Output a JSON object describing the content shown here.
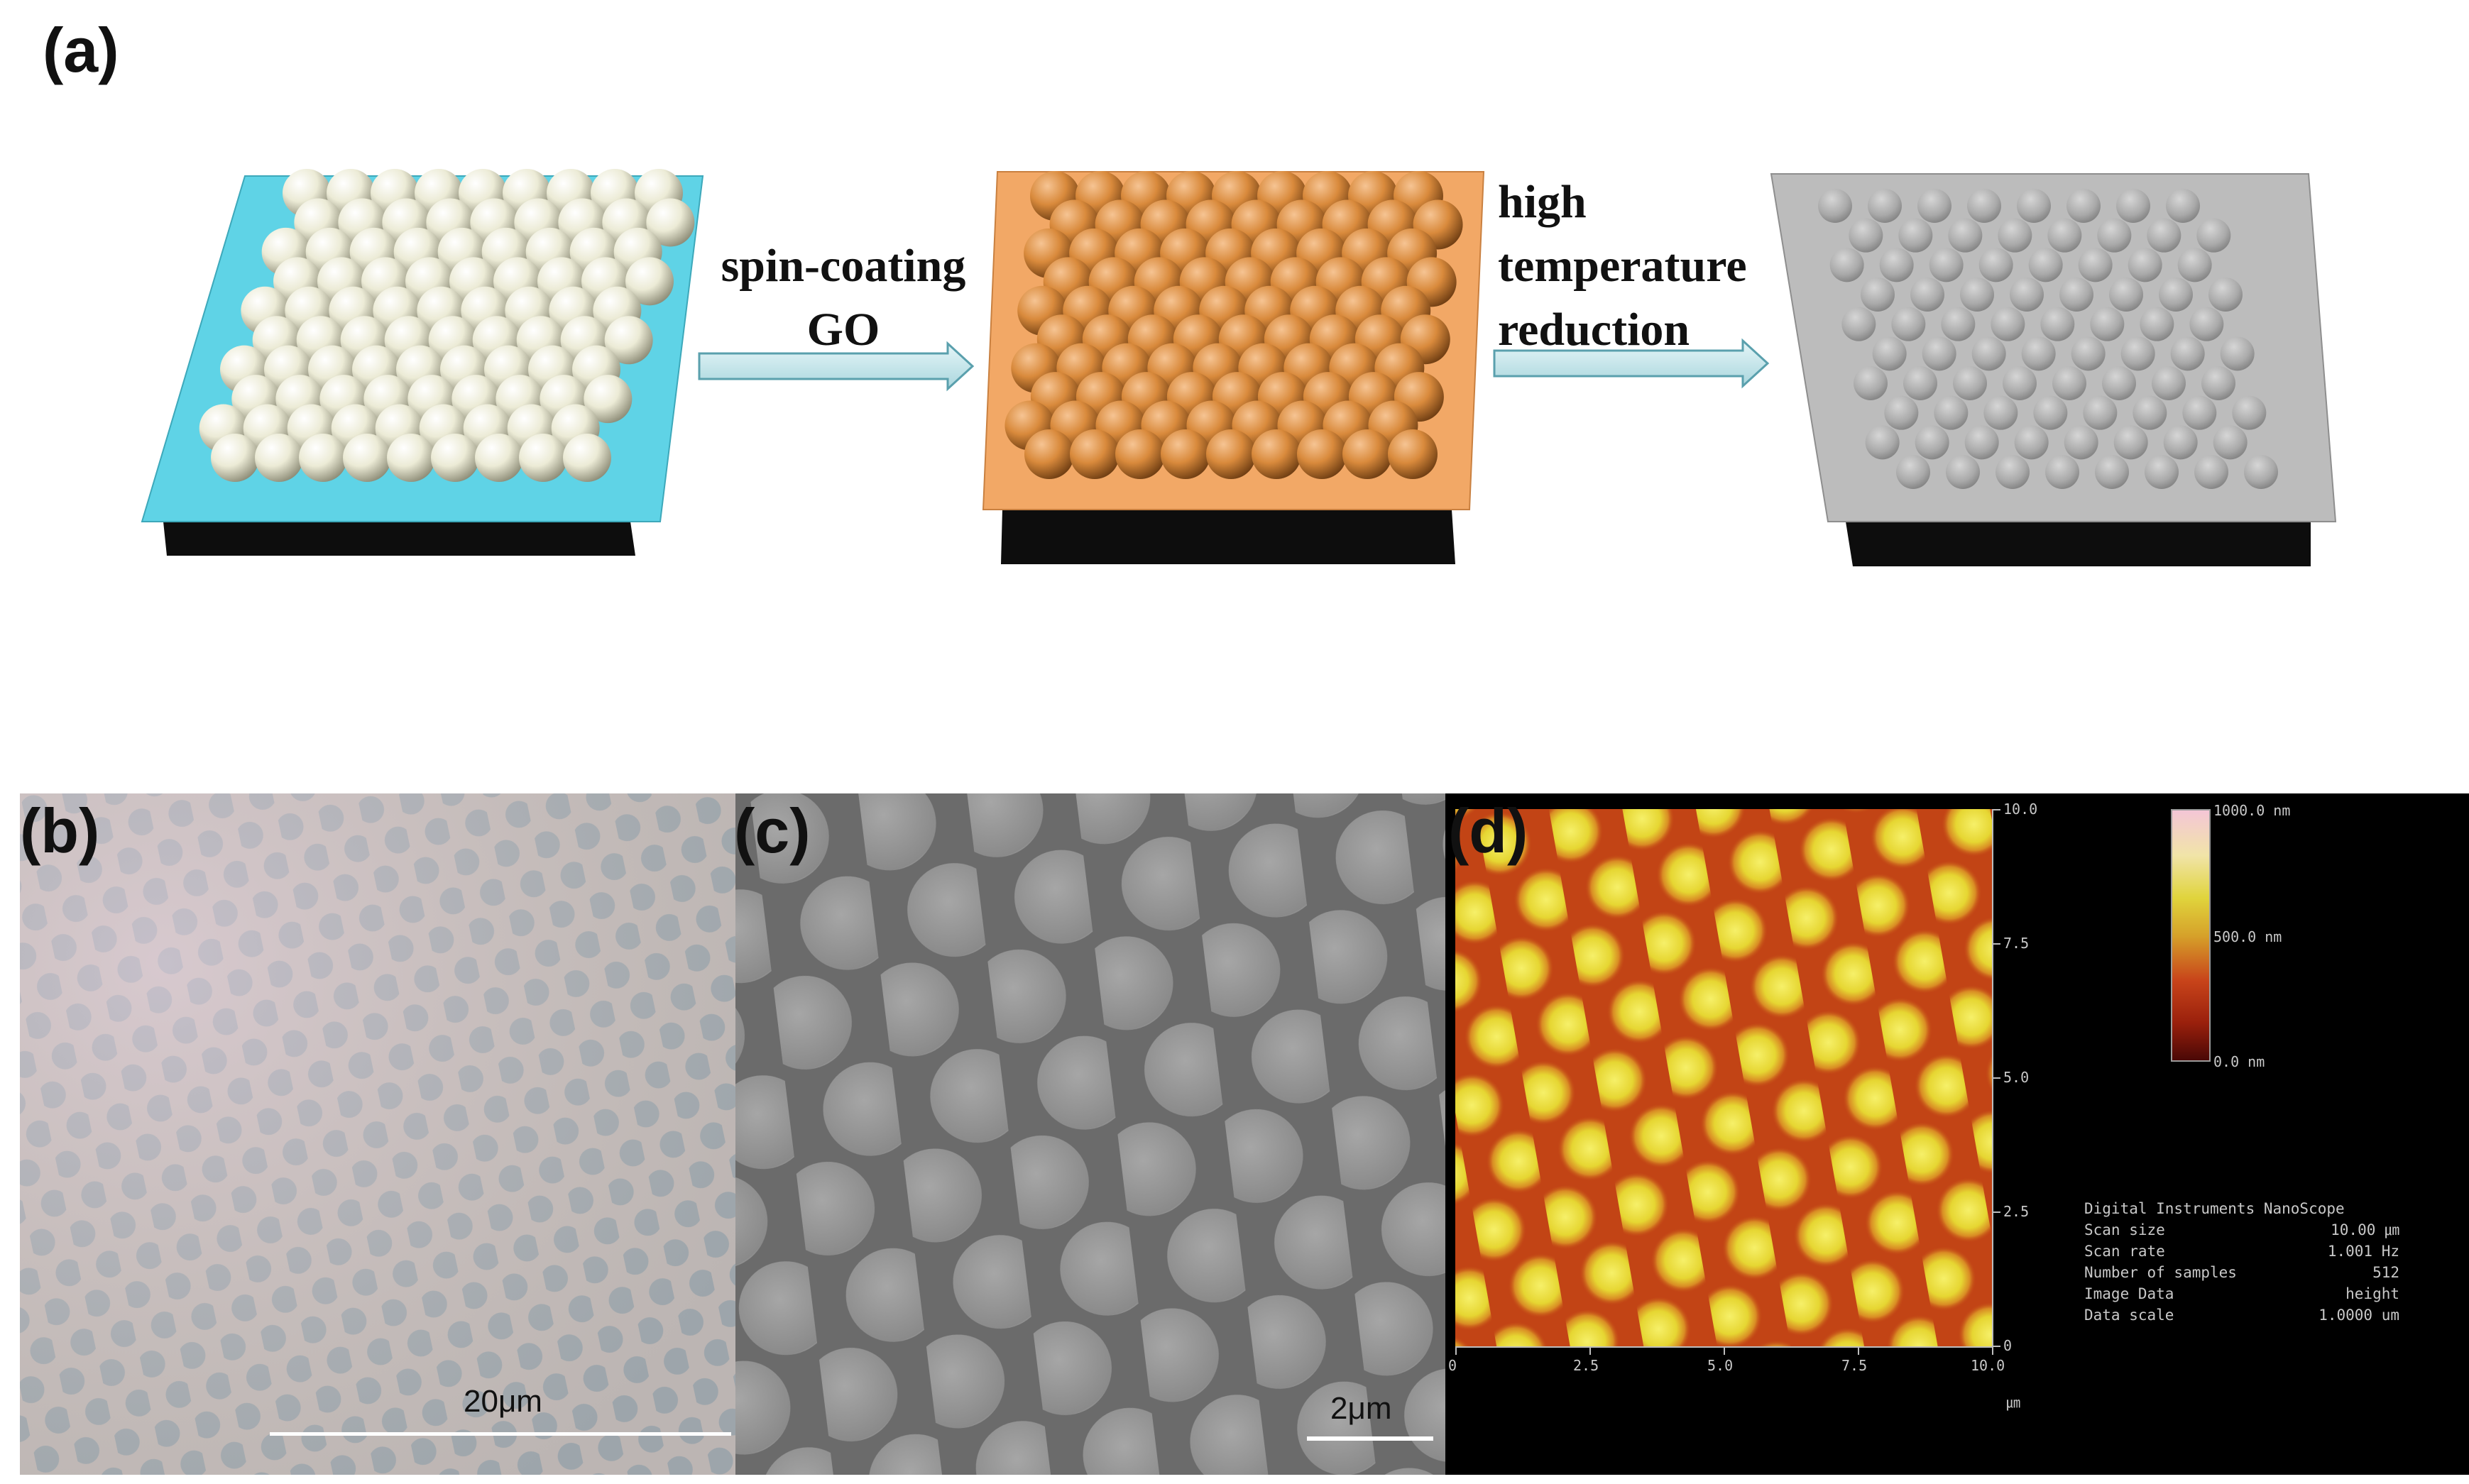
{
  "panel_a": {
    "label": "(a)",
    "step1": {
      "line1": "spin-coating",
      "line2": "GO"
    },
    "step2": {
      "line1": "high",
      "line2": "temperature",
      "line3": "reduction"
    },
    "colors": {
      "substrate1": "#5fd3e6",
      "spheres1": "#ecebd6",
      "substrate2": "#f2a866",
      "spheres2": "#d98a3c",
      "substrate3": "#bcbcbc",
      "bumps3": "#a7a7a7",
      "arrow": "#bfe3e8"
    }
  },
  "panel_b": {
    "label": "(b)",
    "scale_bar": "20μm"
  },
  "panel_c": {
    "label": "(c)",
    "scale_bar": "2μm"
  },
  "panel_d": {
    "label": "(d)",
    "y_ticks": [
      "10.0",
      "7.5",
      "5.0",
      "2.5",
      "0"
    ],
    "x_ticks": [
      "0",
      "2.5",
      "5.0",
      "7.5",
      "10.0"
    ],
    "x_unit": "㎛",
    "colorbar": {
      "top": "1000.0 nm",
      "mid": "500.0 nm",
      "bottom": "0.0 nm"
    },
    "info_labels": "Digital Instruments NanoScope\nScan size\nScan rate\nNumber of samples\nImage Data\nData scale",
    "info_values": "\n10.00 ㎛\n1.001 Hz\n512\nheight\n1.0000 um"
  }
}
